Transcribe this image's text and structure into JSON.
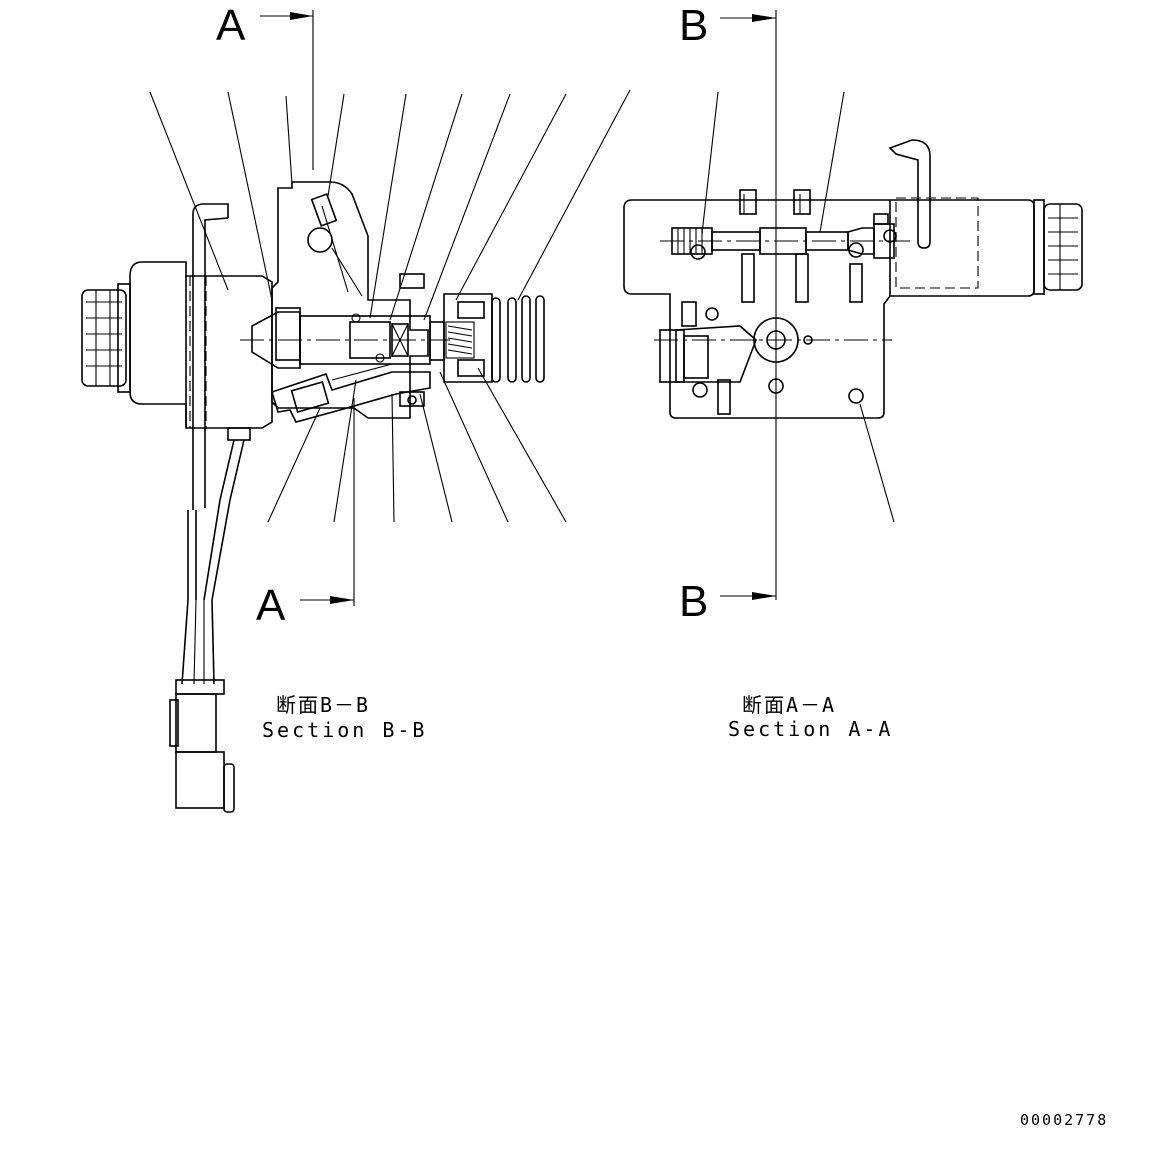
{
  "section_markers": {
    "a_top": "A",
    "a_bottom": "A",
    "b_top": "B",
    "b_bottom": "B"
  },
  "captions": {
    "left_japanese": "断面B－B",
    "left_english": "Section B-B",
    "right_japanese": "断面A－A",
    "right_english": "Section A-A"
  },
  "drawing_number": "00002778"
}
